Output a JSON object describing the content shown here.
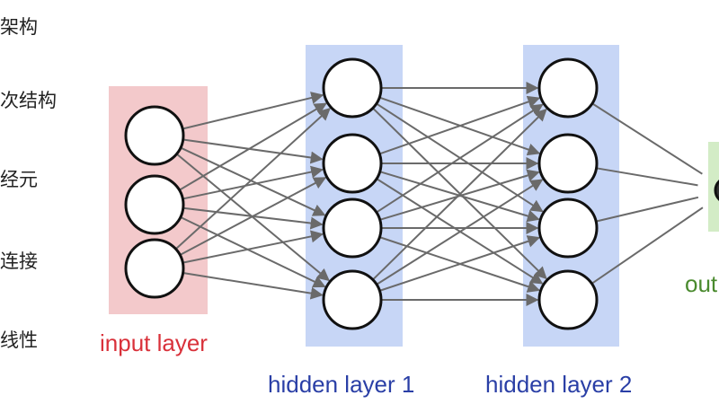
{
  "side_text": [
    "架构",
    "次结构",
    "经元",
    "连接",
    "线性"
  ],
  "layers": [
    {
      "label": "input layer",
      "color": "#d9313a",
      "bg": "#f3c9cb",
      "nodes": 3
    },
    {
      "label": "hidden layer 1",
      "color": "#2a3fa6",
      "bg": "#c7d6f6",
      "nodes": 4
    },
    {
      "label": "hidden layer 2",
      "color": "#2a3fa6",
      "bg": "#c7d6f6",
      "nodes": 4
    },
    {
      "label": "out",
      "color": "#4a8a2e",
      "bg": "#d3ecc6",
      "nodes": 1
    }
  ],
  "colors": {
    "edge": "#6a6a6a",
    "node_stroke": "#111111",
    "node_fill": "#ffffff"
  }
}
